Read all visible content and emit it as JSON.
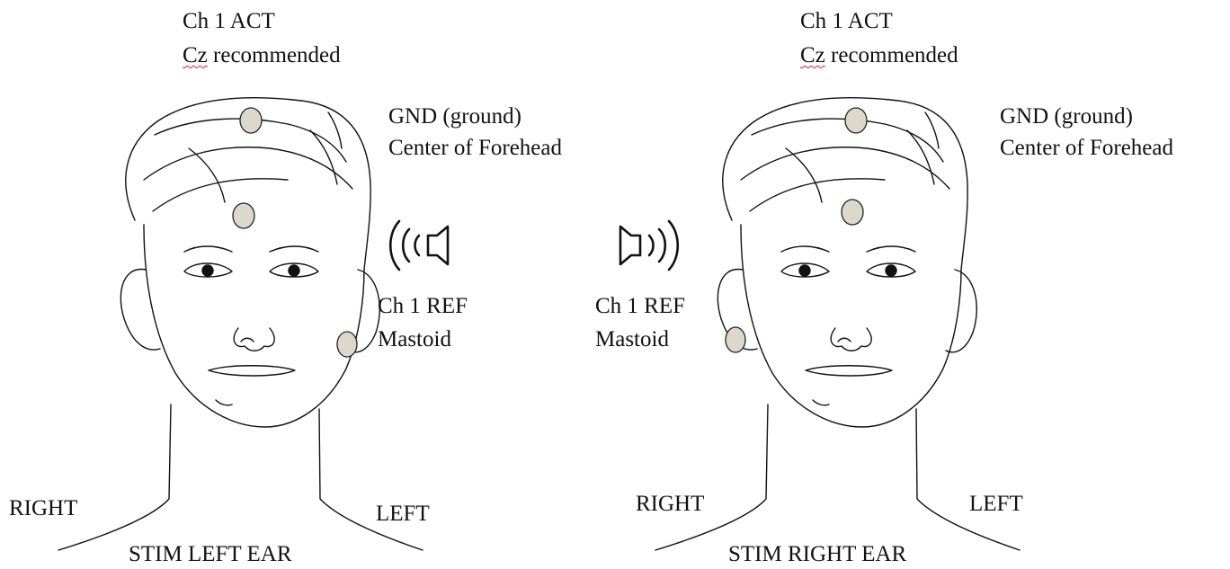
{
  "panels": [
    {
      "act": {
        "line1": "Ch 1 ACT",
        "line2_prefix": "Cz",
        "line2_rest": " recommended"
      },
      "gnd": {
        "line1": "GND (ground)",
        "line2": "Center of Forehead"
      },
      "ref": {
        "line1": "Ch 1 REF",
        "line2": "Mastoid"
      },
      "side_right": "RIGHT",
      "side_left": "LEFT",
      "stim": "STIM LEFT EAR",
      "speaker_icon": "speaker-left-icon"
    },
    {
      "act": {
        "line1": "Ch 1 ACT",
        "line2_prefix": "Cz",
        "line2_rest": " recommended"
      },
      "gnd": {
        "line1": "GND (ground)",
        "line2": "Center of Forehead"
      },
      "ref": {
        "line1": "Ch 1 REF",
        "line2": "Mastoid"
      },
      "side_right": "RIGHT",
      "side_left": "LEFT",
      "stim": "STIM RIGHT EAR",
      "speaker_icon": "speaker-right-icon"
    }
  ],
  "colors": {
    "electrode_fill": "#ddd8cc",
    "line": "#111111",
    "spell_underline": "#dd2222"
  }
}
